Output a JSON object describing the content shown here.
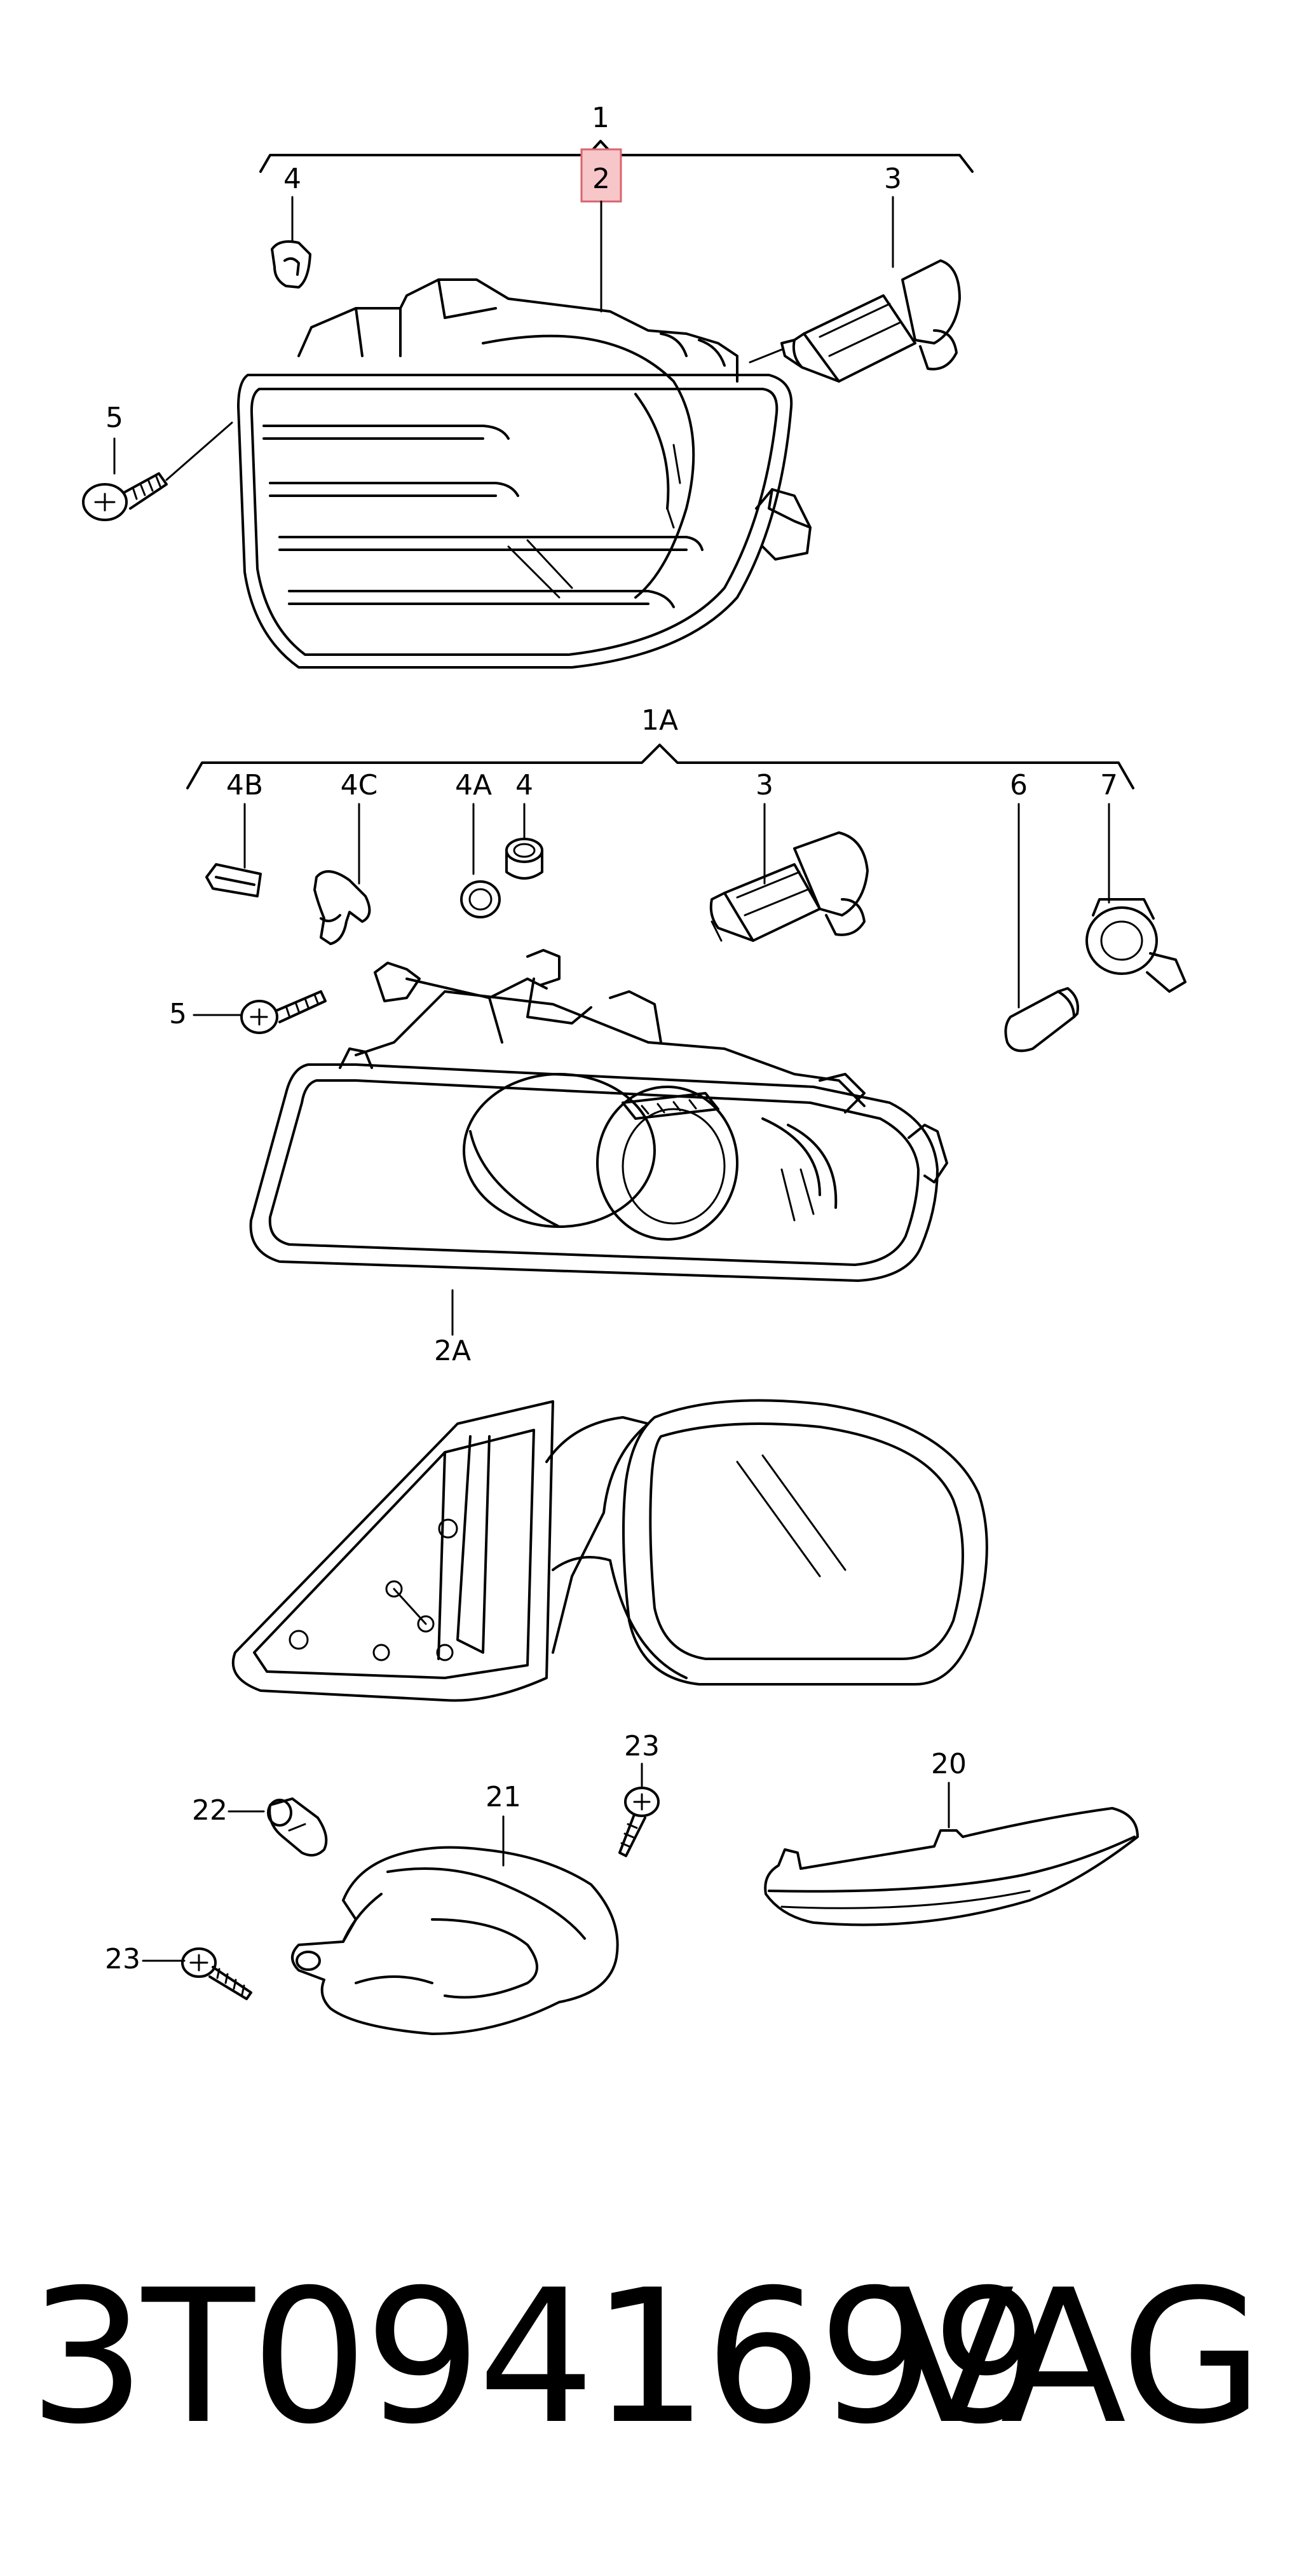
{
  "labels": {
    "assembly_1": "1",
    "lamp_2": "2",
    "bulb_3": "3",
    "clip_4": "4",
    "screw_5": "5",
    "assembly_1a": "1A",
    "clip_4b": "4B",
    "connector_4c": "4C",
    "seal_4a": "4A",
    "clip_4_b": "4",
    "bulb_3_b": "3",
    "bulb_6": "6",
    "socket_7": "7",
    "screw_5_b": "5",
    "lamp_2a": "2A",
    "trim_20": "20",
    "cover_21": "21",
    "lamp_22": "22",
    "screw_23_top": "23",
    "screw_23_left": "23"
  },
  "footer": {
    "part_number": "3T0941699",
    "brand": "VAG"
  },
  "colors": {
    "highlight_fill": "#f6c6c9",
    "highlight_stroke": "#d9646c",
    "line": "#000000",
    "background": "#ffffff"
  }
}
